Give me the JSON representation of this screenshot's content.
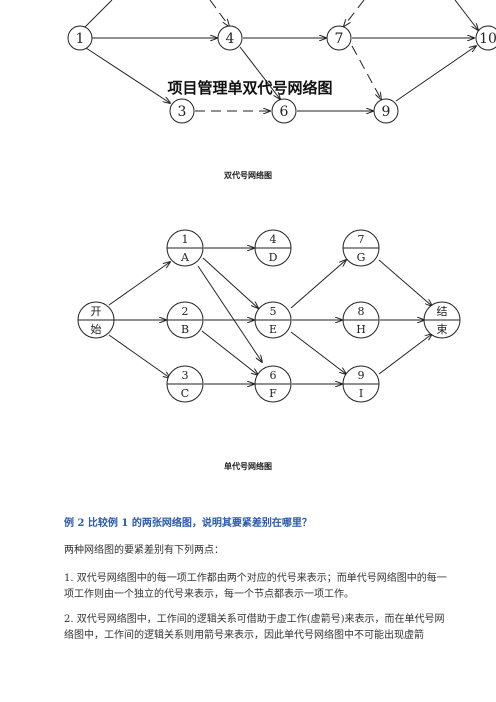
{
  "top_diagram": {
    "title": "项目管理单双代号网络图",
    "nodes": {
      "n1": "1",
      "n4": "4",
      "n7": "7",
      "n10": "10",
      "n3": "3",
      "n6": "6",
      "n9": "9"
    }
  },
  "caption_top": "双代号网络图",
  "mid_diagram": {
    "nodes": [
      {
        "top": "1",
        "bottom": "A"
      },
      {
        "top": "4",
        "bottom": "D"
      },
      {
        "top": "7",
        "bottom": "G"
      },
      {
        "top": "开",
        "bottom": "始"
      },
      {
        "top": "2",
        "bottom": "B"
      },
      {
        "top": "5",
        "bottom": "E"
      },
      {
        "top": "8",
        "bottom": "H"
      },
      {
        "top": "结",
        "bottom": "束"
      },
      {
        "top": "3",
        "bottom": "C"
      },
      {
        "top": "6",
        "bottom": "F"
      },
      {
        "top": "9",
        "bottom": "I"
      }
    ]
  },
  "caption_mid": "单代号网络图",
  "example": {
    "question": "例 2  比较例 1 的两张网络图，说明其要紧差别在哪里？",
    "intro": "两种网络图的要紧差别有下列两点：",
    "points": [
      "1.  双代号网络图中的每一项工作都由两个对应的代号来表示；而单代号网络图中的每一项工作则由一个独立的代号来表示，每一个节点都表示一项工作。",
      "2.  双代号网络图中，工作间的逻辑关系可借助于虚工作(虚箭号)来表示，而在单代号网络图中，工作间的逻辑关系则用箭号来表示，因此单代号网络图中不可能出现虚箭"
    ]
  }
}
